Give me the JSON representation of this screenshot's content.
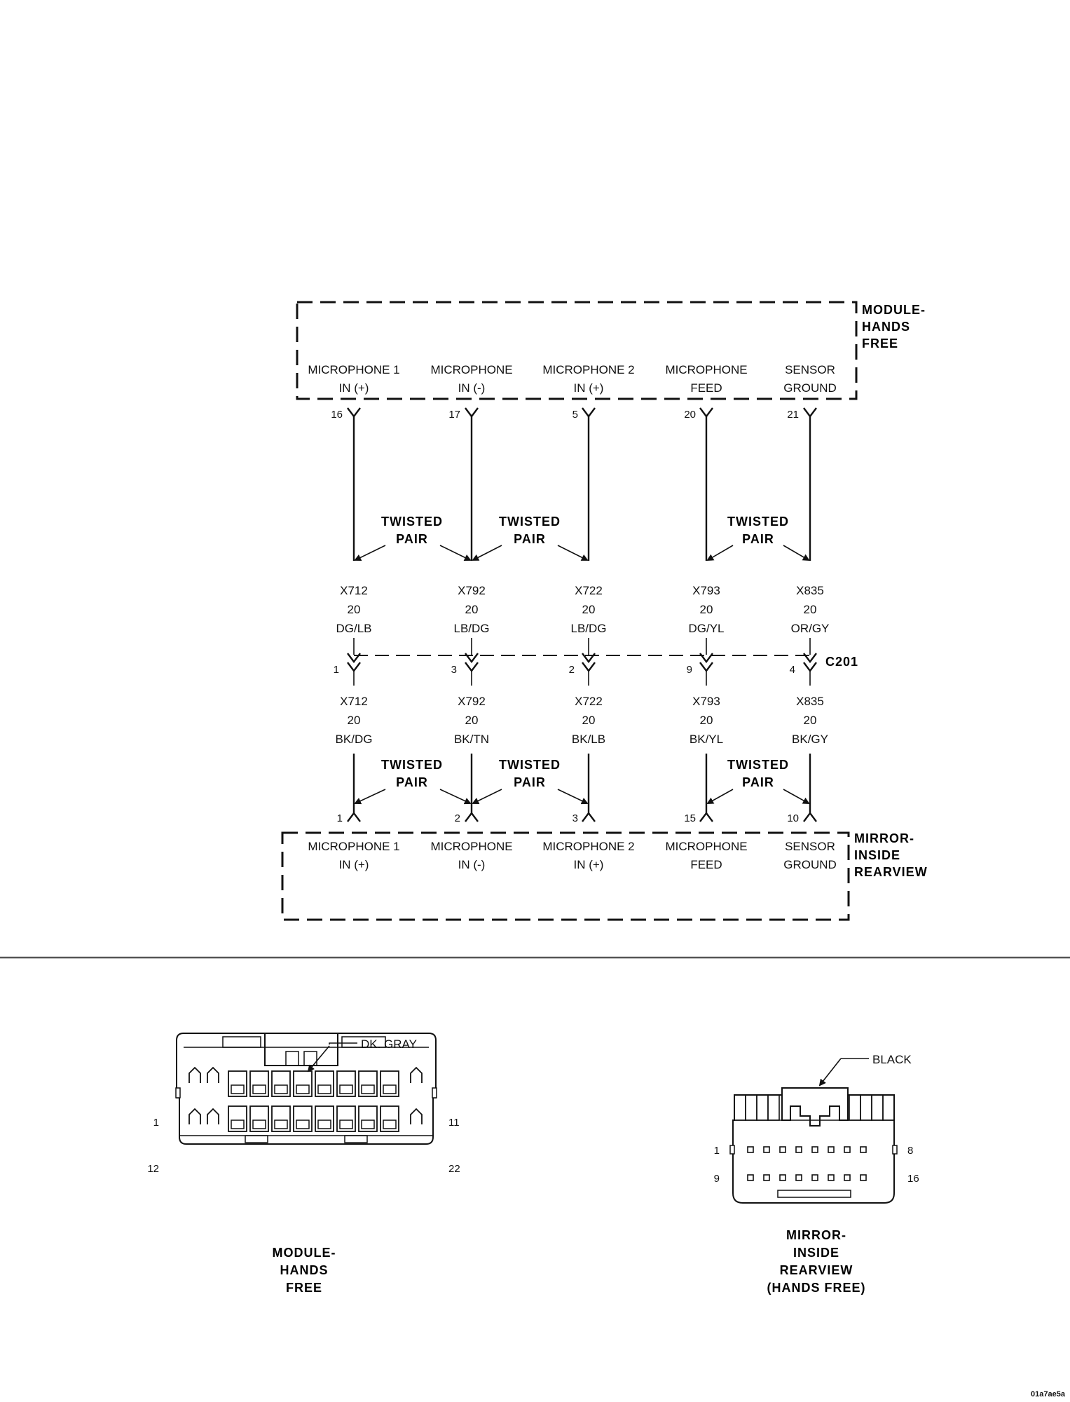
{
  "module_top": {
    "name": [
      "MODULE-",
      "HANDS",
      "FREE"
    ],
    "pins": [
      {
        "func": [
          "MICROPHONE 1",
          "IN (+)"
        ],
        "pin": "16"
      },
      {
        "func": [
          "MICROPHONE",
          "IN (-)"
        ],
        "pin": "17"
      },
      {
        "func": [
          "MICROPHONE 2",
          "IN (+)"
        ],
        "pin": "5"
      },
      {
        "func": [
          "MICROPHONE",
          "FEED"
        ],
        "pin": "20"
      },
      {
        "func": [
          "SENSOR",
          "GROUND"
        ],
        "pin": "21"
      }
    ]
  },
  "twisted_pair_label": [
    "TWISTED",
    "PAIR"
  ],
  "upper_wires": [
    {
      "circuit": "X712",
      "gauge": "20",
      "color": "DG/LB"
    },
    {
      "circuit": "X792",
      "gauge": "20",
      "color": "LB/DG"
    },
    {
      "circuit": "X722",
      "gauge": "20",
      "color": "LB/DG"
    },
    {
      "circuit": "X793",
      "gauge": "20",
      "color": "DG/YL"
    },
    {
      "circuit": "X835",
      "gauge": "20",
      "color": "OR/GY"
    }
  ],
  "inline_connector": {
    "name": "C201",
    "pins": [
      "1",
      "3",
      "2",
      "9",
      "4"
    ]
  },
  "lower_wires": [
    {
      "circuit": "X712",
      "gauge": "20",
      "color": "BK/DG"
    },
    {
      "circuit": "X792",
      "gauge": "20",
      "color": "BK/TN"
    },
    {
      "circuit": "X722",
      "gauge": "20",
      "color": "BK/LB"
    },
    {
      "circuit": "X793",
      "gauge": "20",
      "color": "BK/YL"
    },
    {
      "circuit": "X835",
      "gauge": "20",
      "color": "BK/GY"
    }
  ],
  "mirror_bottom": {
    "name": [
      "MIRROR-",
      "INSIDE",
      "REARVIEW"
    ],
    "pins": [
      {
        "func": [
          "MICROPHONE 1",
          "IN (+)"
        ],
        "pin": "1"
      },
      {
        "func": [
          "MICROPHONE",
          "IN (-)"
        ],
        "pin": "2"
      },
      {
        "func": [
          "MICROPHONE 2",
          "IN (+)"
        ],
        "pin": "3"
      },
      {
        "func": [
          "MICROPHONE",
          "FEED"
        ],
        "pin": "15"
      },
      {
        "func": [
          "SENSOR",
          "GROUND"
        ],
        "pin": "10"
      }
    ]
  },
  "connector_views": {
    "module": {
      "color_label": "DK. GRAY",
      "pin_labels": {
        "top_left": "1",
        "top_right": "11",
        "bottom_left": "12",
        "bottom_right": "22"
      },
      "caption": [
        "MODULE-",
        "HANDS",
        "FREE"
      ]
    },
    "mirror": {
      "color_label": "BLACK",
      "pin_labels": {
        "top_left": "1",
        "top_right": "8",
        "bottom_left": "9",
        "bottom_right": "16"
      },
      "caption": [
        "MIRROR-",
        "INSIDE",
        "REARVIEW",
        "(HANDS FREE)"
      ]
    }
  },
  "figure_id": "01a7ae5a"
}
